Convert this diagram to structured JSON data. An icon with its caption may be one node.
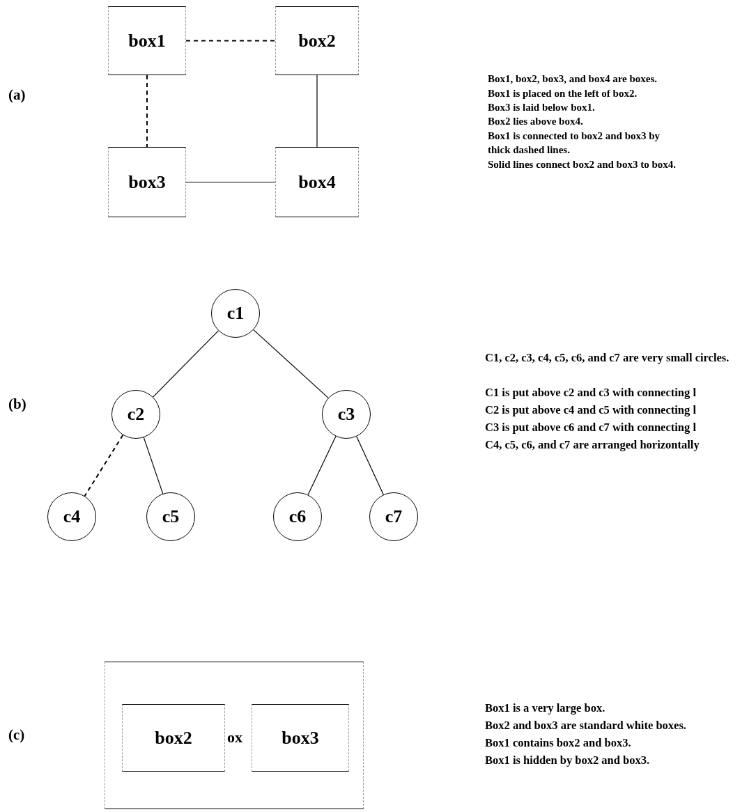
{
  "diagram": {
    "nodes": [
      {
        "text": [
          "box1"
        ]
      },
      {
        "text": [
          "box2"
        ]
      },
      {
        "text": [
          "box3"
        ]
      },
      {
        "text": [
          "box4"
        ]
      },
      {
        "text": [
          "c1"
        ]
      },
      {
        "text": [
          "c2"
        ]
      },
      {
        "text": [
          "c3"
        ]
      },
      {
        "text": [
          "c4"
        ]
      },
      {
        "text": [
          "c5"
        ]
      },
      {
        "text": [
          "c6"
        ]
      },
      {
        "text": [
          "c7"
        ]
      },
      {
        "text": [
          "ox"
        ]
      },
      {
        "text": [
          "box2"
        ],
        "in": 11
      },
      {
        "text": [
          "box3"
        ],
        "in": 11
      }
    ],
    "edges": [
      {
        "from": 0,
        "to": 1,
        "arrow": "none",
        "style": "dashed"
      },
      {
        "from": 0,
        "to": 2,
        "arrow": "none",
        "style": "dashed"
      },
      {
        "from": 1,
        "to": 3,
        "arrow": "none"
      },
      {
        "from": 2,
        "to": 3,
        "arrow": "none"
      },
      {
        "from": 4,
        "to": 5,
        "arrow": "none"
      },
      {
        "from": 4,
        "to": 6,
        "arrow": "none"
      },
      {
        "from": 5,
        "to": 7,
        "arrow": "none",
        "style": "dashed"
      },
      {
        "from": 5,
        "to": 8,
        "arrow": "none"
      },
      {
        "from": 6,
        "to": 9,
        "arrow": "none"
      },
      {
        "from": 6,
        "to": 10,
        "arrow": "none"
      }
    ],
    "labels": [
      "Box1, box2, box3, and box4 are boxes.",
      "Box1 is placed on the left of box2.",
      "(a)",
      "Box3 is laid below box1.",
      "Box2 lies above box4.",
      "Box1 is connected to box2 and box3 by thick dashed lines.",
      "Solid lines connect box2 and box3 to box4.",
      "C1, c2, c3, c4, c5, c6, and c7 are very small circles.",
      "(b)",
      "C1 is put above c2 and c3 with connecting l",
      "C2 is put above c4 and c5 with connecting l",
      "C3 is put above c6 and c7 with connecting l",
      "C4, c5, c6, and c7 are arranged horizontally",
      "Box1 is a very large box.",
      "Box2 and box3 are standard white boxes.",
      "(c)",
      "Box1 contains box2 and box3.",
      "Box1 is hidden by box2 and box3."
    ]
  }
}
